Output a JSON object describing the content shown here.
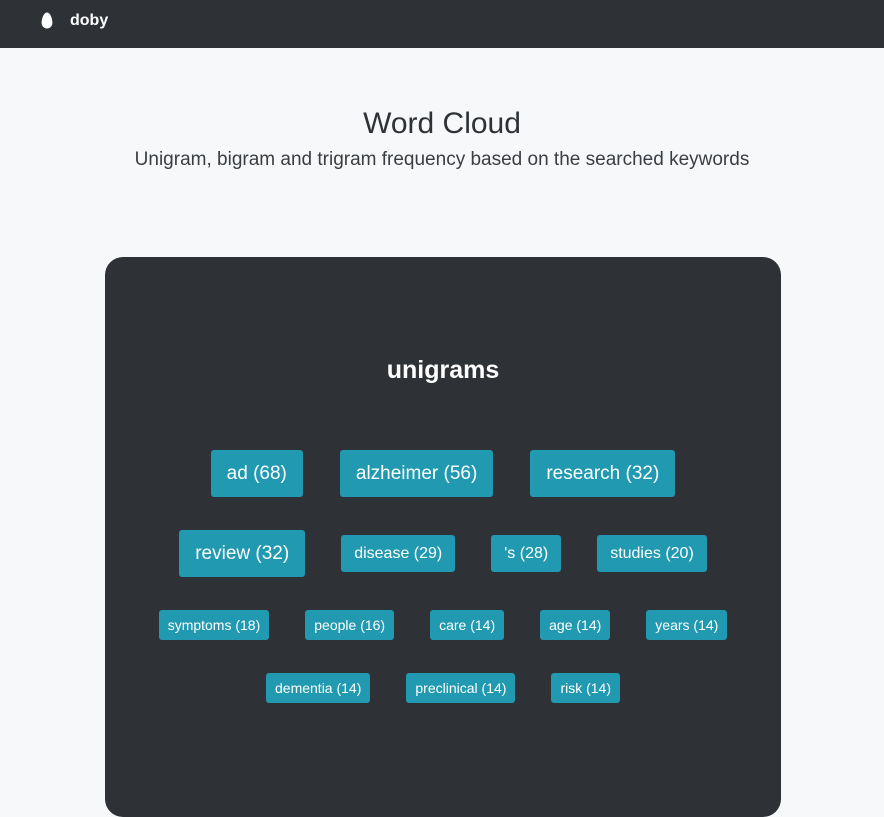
{
  "nav": {
    "brand": "doby",
    "logo_icon": "egg-icon"
  },
  "header": {
    "title": "Word Cloud",
    "subtitle": "Unigram, bigram and trigram frequency based on the searched keywords"
  },
  "cloud": {
    "section_title": "unigrams",
    "rows": [
      [
        {
          "label": "ad (68)"
        },
        {
          "label": "alzheimer (56)"
        },
        {
          "label": "research (32)"
        }
      ],
      [
        {
          "label": "review (32)"
        },
        {
          "label": "disease (29)"
        },
        {
          "label": "'s (28)"
        },
        {
          "label": "studies (20)"
        }
      ],
      [
        {
          "label": "symptoms (18)"
        },
        {
          "label": "people (16)"
        },
        {
          "label": "care (14)"
        },
        {
          "label": "age (14)"
        },
        {
          "label": "years (14)"
        }
      ],
      [
        {
          "label": "dementia (14)"
        },
        {
          "label": "preclinical (14)"
        },
        {
          "label": "risk (14)"
        }
      ]
    ]
  },
  "colors": {
    "nav_bg": "#2e3236",
    "card_bg": "#2e3236",
    "chip_bg": "#2199b0",
    "page_bg": "#f7f8fa"
  }
}
